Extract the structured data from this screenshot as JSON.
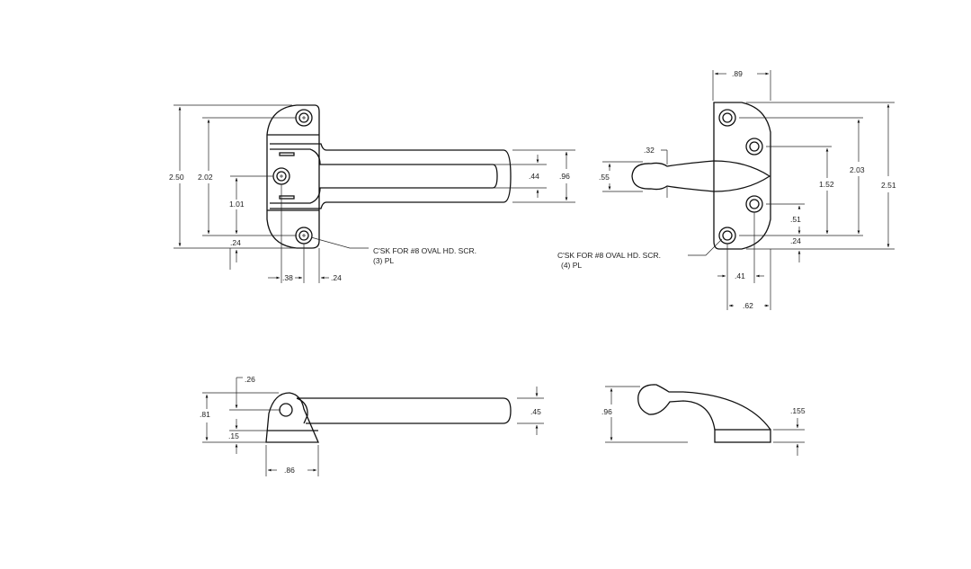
{
  "views": {
    "front_chain_plate": {
      "dims": {
        "overall_height": "2.50",
        "hole_span": "2.02",
        "center_hole": "1.01",
        "edge_offset": ".24",
        "hole_x_left": ".38",
        "hole_x_right": ".24",
        "slot_width": ".44",
        "loop_width": ".96"
      },
      "note_line1": "C'SK FOR #8 OVAL HD. SCR.",
      "note_line2": "(3) PL"
    },
    "front_keeper_plate": {
      "dims": {
        "plate_width": ".89",
        "overall_height": "2.51",
        "outer_hole_span": "2.03",
        "inner_hole_span": "1.52",
        "hole_offset": ".51",
        "edge_offset": ".24",
        "hole_x_offset": ".41",
        "hole_x_span": ".62",
        "knob_neck": ".32",
        "knob_dia": ".55"
      },
      "note_line1": "C'SK FOR #8 OVAL HD. SCR.",
      "note_line2": "(4) PL"
    },
    "side_chain_plate": {
      "dims": {
        "pivot_height": ".26",
        "overall_height": ".81",
        "base_thickness": ".15",
        "base_width": ".86",
        "bar_thickness": ".45"
      }
    },
    "side_keeper_plate": {
      "dims": {
        "overall_height": ".96",
        "base_thickness": ".155"
      }
    }
  }
}
